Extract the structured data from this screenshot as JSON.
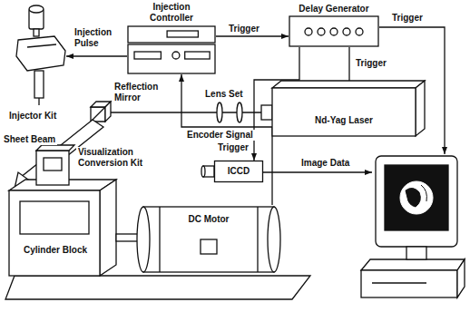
{
  "diagram": {
    "nodes": [
      {
        "text": [
          "Injection Controller"
        ]
      },
      {
        "text": [
          "Delay Generator"
        ]
      },
      {
        "text": [
          "Nd-Yag Laser"
        ]
      },
      {
        "text": [
          "ICCD"
        ]
      },
      {
        "text": [
          "DC Motor"
        ]
      }
    ],
    "edges": [
      {
        "from": 0,
        "to": 1,
        "label": "Trigger",
        "arrow": "to"
      },
      {
        "from": 1,
        "to": 2,
        "label": "Trigger",
        "arrow": "to"
      },
      {
        "from": 1,
        "to": 3,
        "label": "Trigger",
        "arrow": "to"
      },
      {
        "from": 4,
        "to": 0,
        "label": "Encoder Signal",
        "arrow": "to"
      }
    ],
    "labels": [
      "Injection Pulse",
      "Trigger",
      "Image Data",
      "Lens Set",
      "Injector Kit",
      "Sheet Beam",
      "Reflection Mirror",
      "Visualization Conversion Kit",
      "Cylinder Block"
    ]
  }
}
